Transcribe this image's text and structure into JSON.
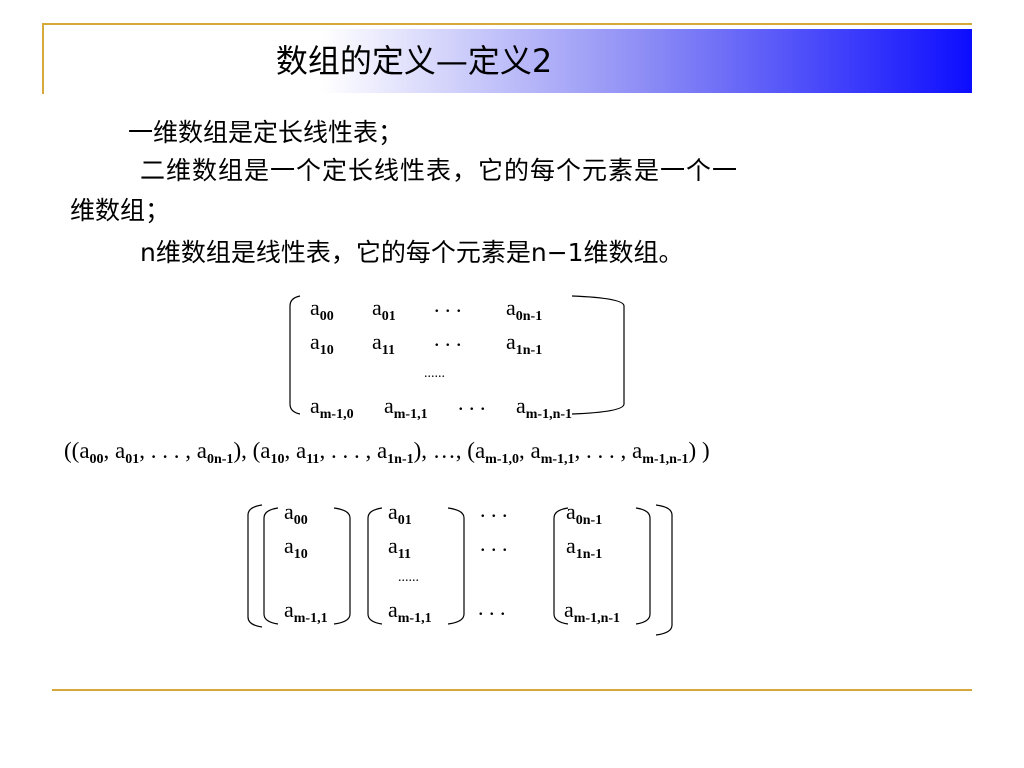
{
  "slide": {
    "title": "数组的定义—定义2",
    "para1": "一维数组是定长线性表；",
    "para2_line1": "二维数组是一个定长线性表，它的每个元素是一个一",
    "para2_line2": "维数组；",
    "para3": "n维数组是线性表，它的每个元素是n−1维数组。"
  },
  "matrix1": {
    "r0": {
      "c0": "a",
      "s0": "00",
      "c1": "a",
      "s1": "01",
      "dots": ". . .",
      "c3": "a",
      "s3": "0n-1"
    },
    "r1": {
      "c0": "a",
      "s0": "10",
      "c1": "a",
      "s1": "11",
      "dots": ". . .",
      "c3": "a",
      "s3": "1n-1"
    },
    "vdots": "......",
    "r3": {
      "c0": "a",
      "s0": "m-1,0",
      "c1": "a",
      "s1": "m-1,1",
      "dots": ". . .",
      "c3": "a",
      "s3": "m-1,n-1"
    }
  },
  "linear": {
    "open": "((",
    "g1": {
      "a1": "a",
      "s1": "00",
      "a2": "a",
      "s2": "01",
      "mid": ", . . . , ",
      "a3": "a",
      "s3": "0n-1"
    },
    "sep1": "), (",
    "g2": {
      "a1": "a",
      "s1": "10",
      "a2": "a",
      "s2": "11",
      "mid": ", . . . , ",
      "a3": "a",
      "s3": "1n-1"
    },
    "sep2": "), …, (",
    "g3": {
      "a1": "a",
      "s1": "m-1,0",
      "a2": "a",
      "s2": "m-1,1",
      "mid": ", . . . , ",
      "a3": "a",
      "s3": "m-1,n-1"
    },
    "close": ") )"
  },
  "matrix2": {
    "col1": {
      "r0": "a",
      "s0": "00",
      "r1": "a",
      "s1": "10",
      "r3": "a",
      "s3": "m-1,1"
    },
    "col2": {
      "r0": "a",
      "s0": "01",
      "r1": "a",
      "s1": "11",
      "r3": "a",
      "s3": "m-1,1"
    },
    "dots_r0": ". . .",
    "dots_r1": ". . .",
    "dots_r3": ". . .",
    "vdots": "......",
    "col4": {
      "r0": "a",
      "s0": "0n-1",
      "r1": "a",
      "s1": "1n-1",
      "r3": "a",
      "s3": "m-1,n-1"
    }
  },
  "colors": {
    "accent_line": "#d7a93b",
    "title_gradient_end": "#0d0dff"
  }
}
